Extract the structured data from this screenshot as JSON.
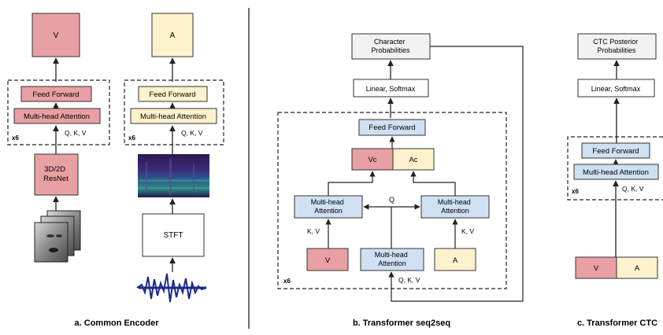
{
  "colors": {
    "video": "#e8a0a4",
    "audio": "#fdf2cc",
    "blue": "#cfe0f3",
    "grey": "#f2f2f2",
    "stroke": "#333333"
  },
  "panel_a": {
    "video_output": "V",
    "audio_output": "A",
    "feed_forward": "Feed Forward",
    "mha": "Multi-head Attention",
    "repeat": "x6",
    "qkv": "Q, K, V",
    "resnet": "3D/2D\nResNet",
    "stft": "STFT",
    "caption": "a. Common Encoder"
  },
  "panel_b": {
    "char_probs": "Character\nProbabilities",
    "linear": "Linear, Softmax",
    "feed_forward": "Feed Forward",
    "vc": "Vc",
    "ac": "Ac",
    "mha_left": "Multi-head\nAttention",
    "mha_right": "Multi-head\nAttention",
    "mha_bottom": "Multi-head\nAttention",
    "q": "Q",
    "kv_left": "K, V",
    "kv_right": "K, V",
    "qkv": "Q, K, V",
    "v": "V",
    "a": "A",
    "repeat": "x6",
    "caption": "b. Transformer seq2seq"
  },
  "panel_c": {
    "ctc_probs": "CTC Posterior\nProbabilities",
    "linear": "Linear, Softmax",
    "feed_forward": "Feed Forward",
    "mha": "Multi-head Attention",
    "repeat": "x6",
    "qkv": "Q, K, V",
    "v": "V",
    "a": "A",
    "caption": "c. Transformer CTC"
  }
}
